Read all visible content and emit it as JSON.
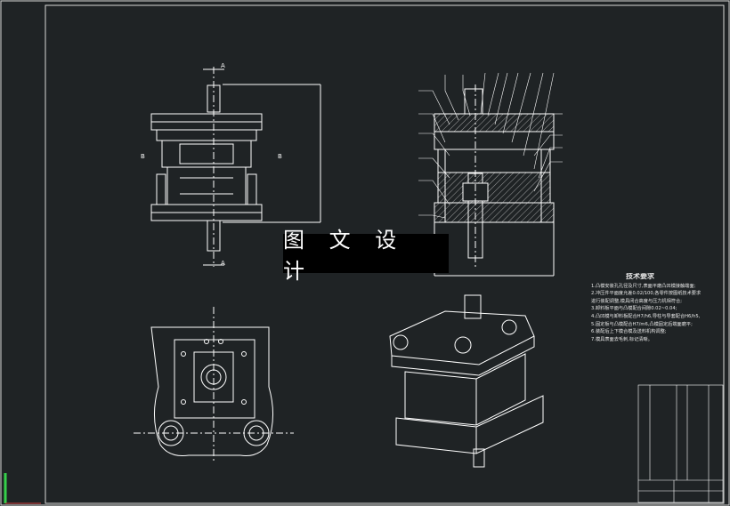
{
  "watermark": "图 文 设 计",
  "section_marks": {
    "a_top": "A",
    "a_bottom": "A",
    "b_left": "B",
    "b_right": "B"
  },
  "technical_requirements": {
    "title": "技术要求",
    "lines": [
      "1.凸模安装孔孔径及尺寸,表面平磨凸凹模接触端面;",
      "2.冲压件平面度允差0.02/100,各零件按图纸技术要求",
      "进行装配调整,模具闭合高度与压力机相符合;",
      "3.卸料板平面与凸模配合间隙0.02~0.04;",
      "4.凸凹模与卸料板配合H7/h6,导柱与导套配合H6/h5,",
      "5.固定板与凸模配合H7/m6,凸模固定后端面磨平;",
      "6.装配后上下模合模及送料机构调整;",
      "7.模具表面去毛刺,标记清晰。"
    ]
  },
  "colors": {
    "background": "#1f2325",
    "line": "#ffffff",
    "section_hatch": "#bfbfbf",
    "accent_green": "#35d04a",
    "leader": "#ffffff"
  }
}
